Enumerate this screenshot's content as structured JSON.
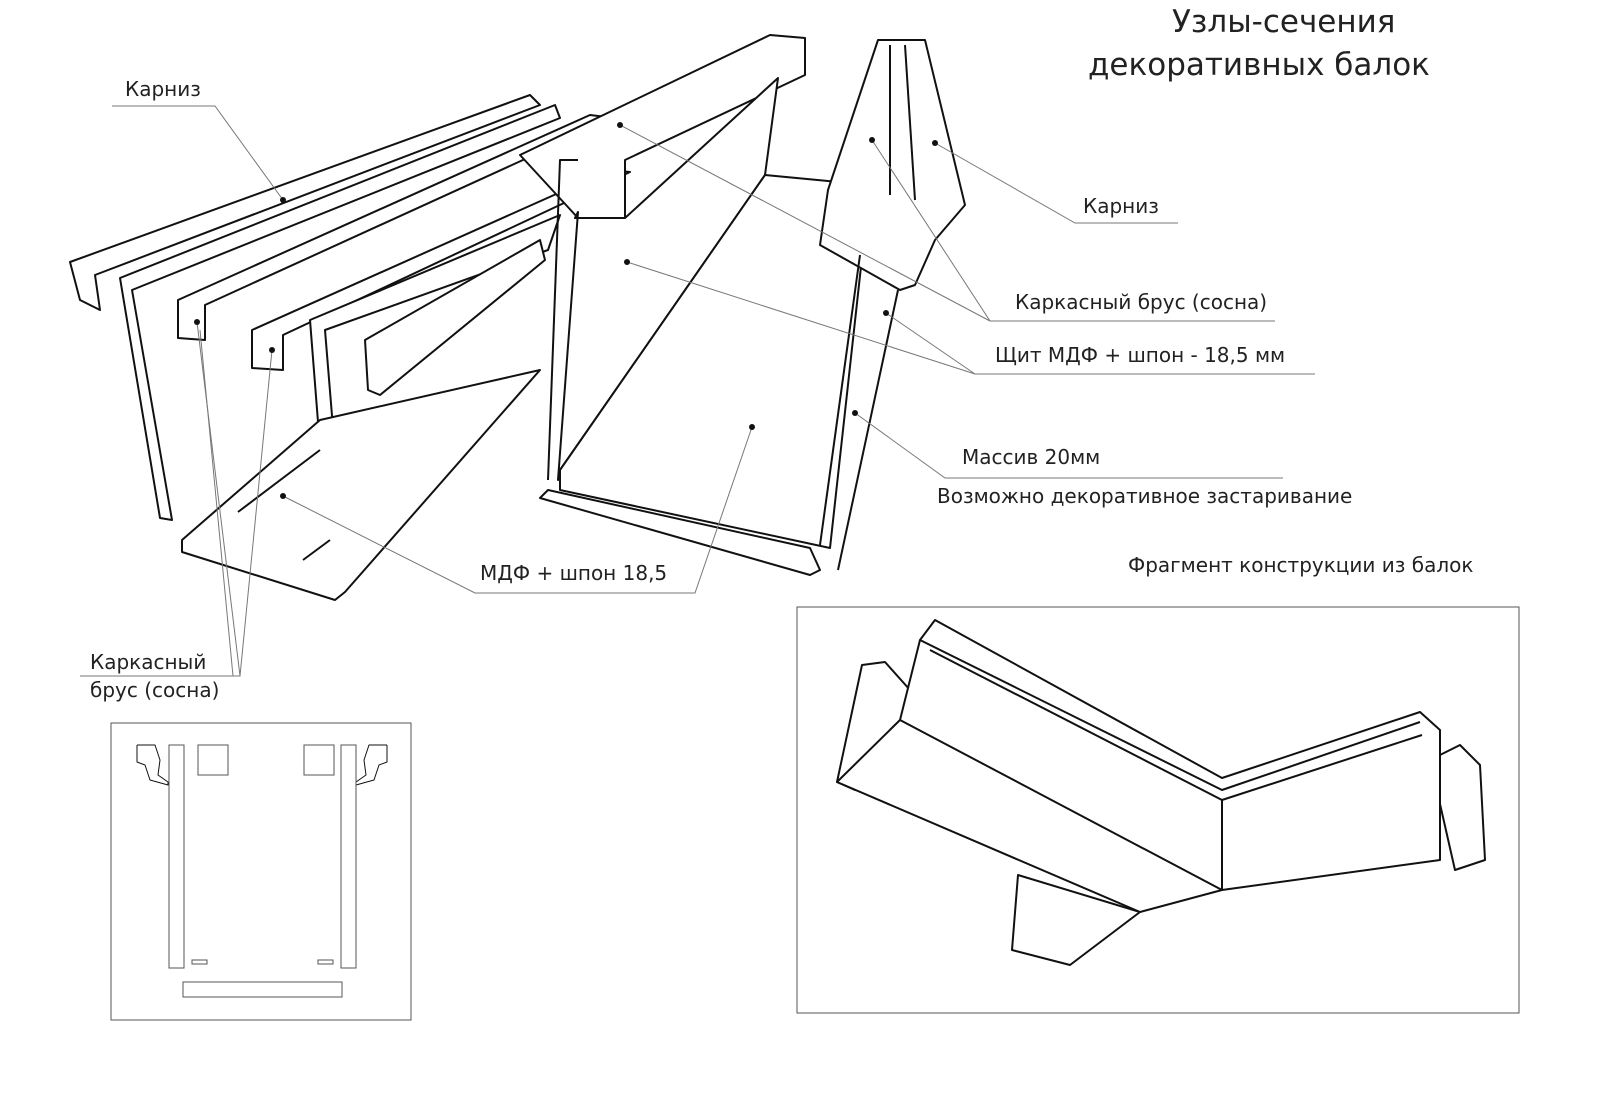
{
  "title": {
    "line1": "Узлы-сечения",
    "line2": "декоративных балок"
  },
  "labels": {
    "cornice_left": "Карниз",
    "cornice_right": "Карниз",
    "frame_beam": "Каркасный брус (сосна)",
    "mdf_panel": "Щит МДФ + шпон - 18,5 мм",
    "solid_wood": "Массив 20мм",
    "aging_note": "Возможно декоративное застаривание",
    "mdf_bottom": "МДФ + шпон 18,5",
    "frame_beam_left_1": "Каркасный",
    "frame_beam_left_2": "брус (сосна)",
    "fragment_title": "Фрагмент конструкции из балок"
  }
}
